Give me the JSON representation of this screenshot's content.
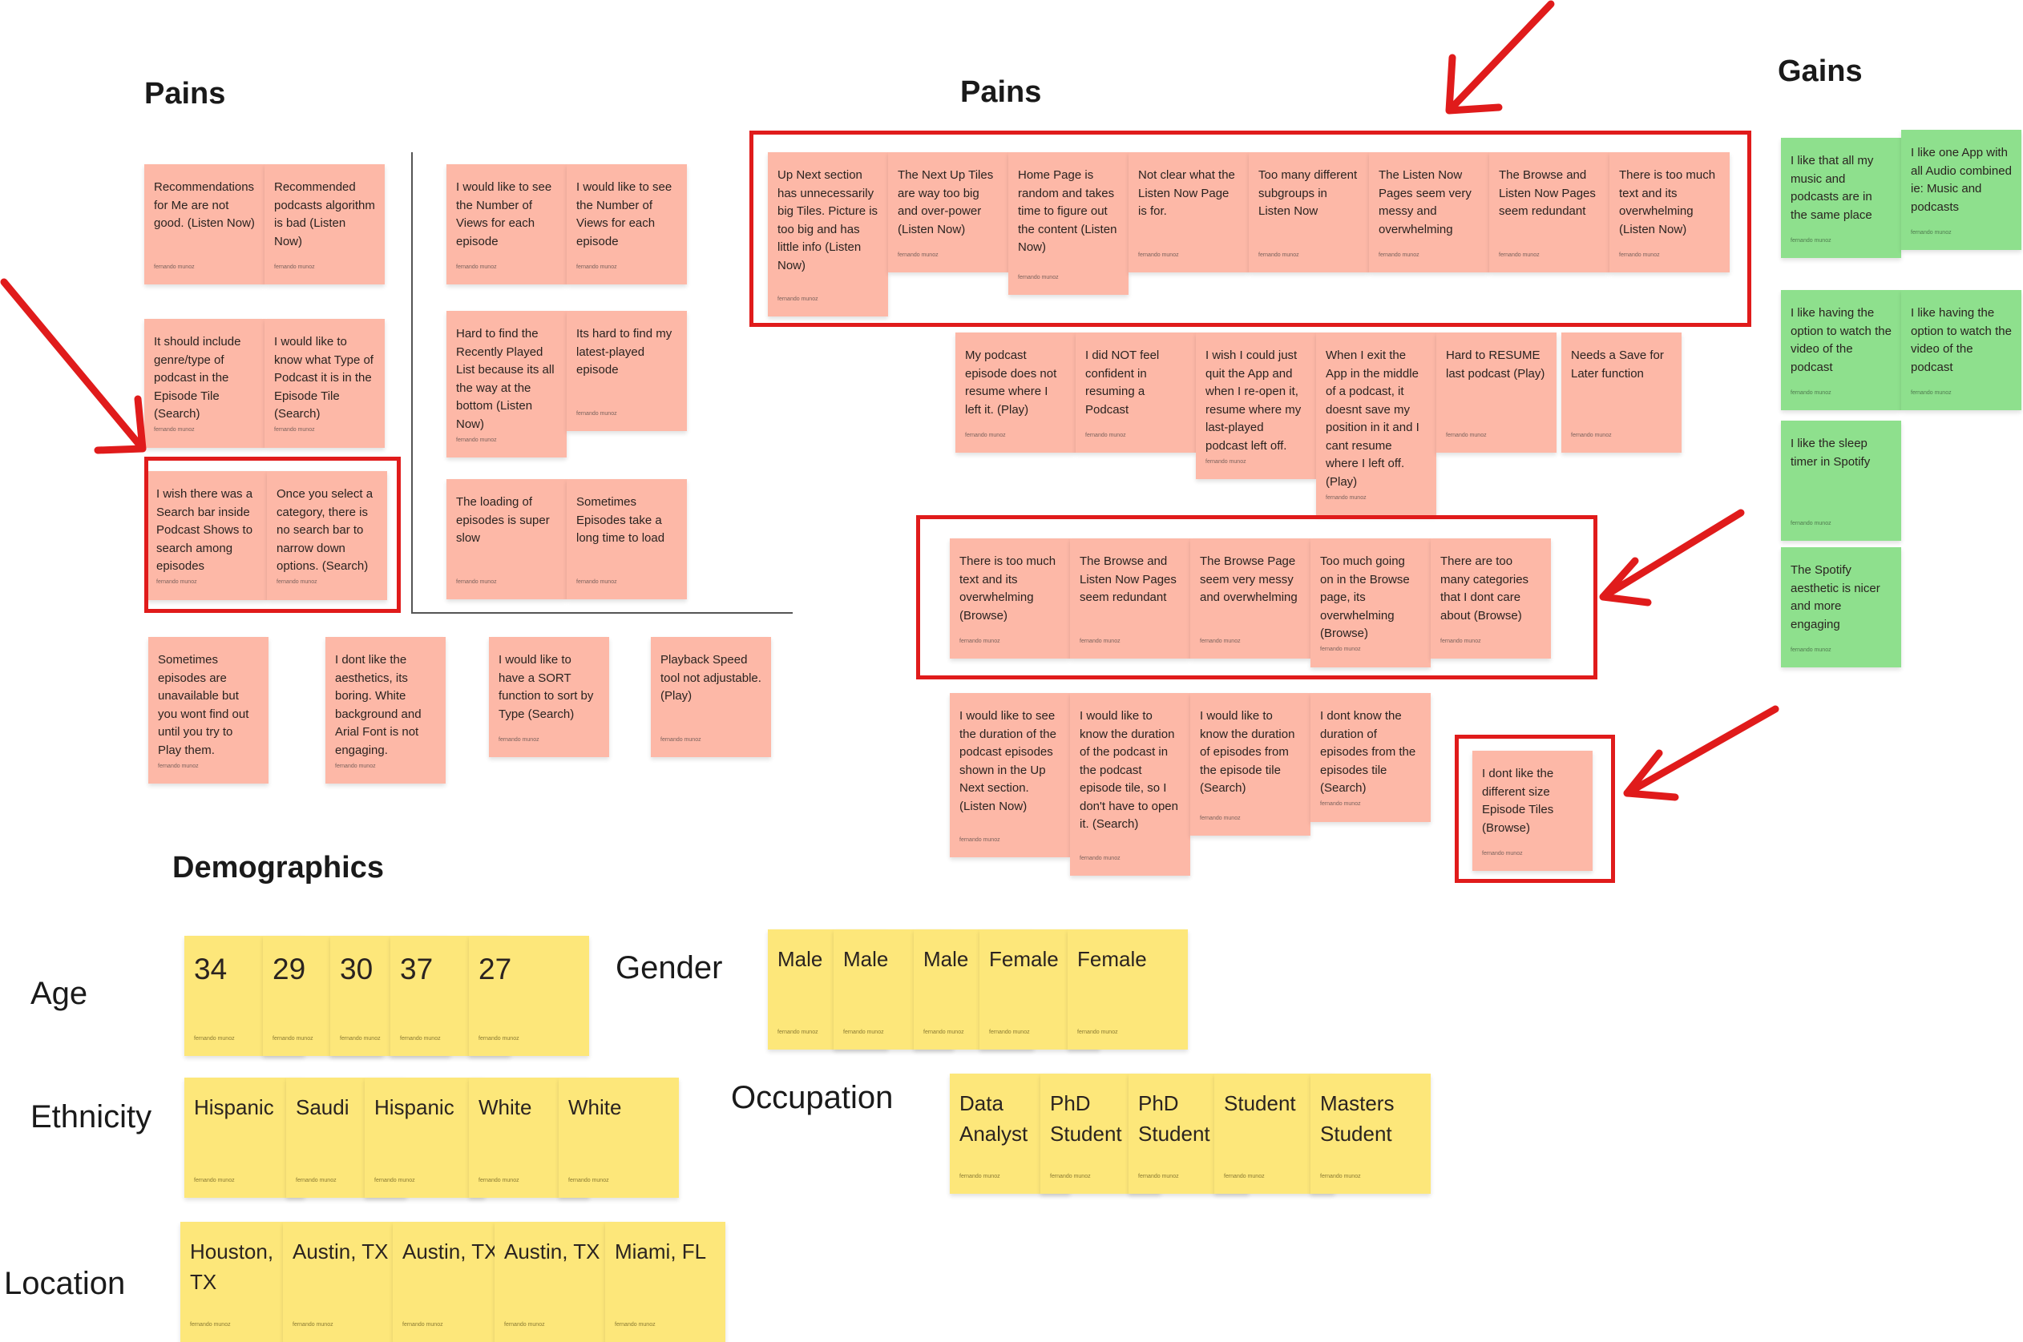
{
  "headings": {
    "pains_left": "Pains",
    "pains_center": "Pains",
    "gains": "Gains",
    "demographics": "Demographics"
  },
  "row_labels": {
    "age": "Age",
    "gender": "Gender",
    "ethnicity": "Ethnicity",
    "occupation": "Occupation",
    "location": "Location"
  },
  "author": "fernando munoz",
  "pains_left": [
    "Recommendations for Me are not good. (Listen Now)",
    "Recommended podcasts algorithm is bad (Listen Now)",
    "I would like to see the Number of Views for each episode",
    "I would like to see the Number of Views for each episode",
    "It should include genre/type of podcast in the Episode Tile (Search)",
    "I would like to know what Type of Podcast it is in the Episode Tile (Search)",
    "Hard to find the Recently Played List because its all the way at the bottom (Listen Now)",
    "Its hard to find my latest-played episode",
    "I wish there was a Search bar inside Podcast Shows to search among episodes",
    "Once you select a category, there is no search bar to narrow down options. (Search)",
    "The loading of episodes is super slow",
    "Sometimes Episodes take a long time to load",
    "Sometimes episodes are unavailable but you wont find out until you try to Play them.",
    "I dont like the aesthetics, its boring. White background and Arial Font is not engaging.",
    "I would like to have a SORT function to sort by Type (Search)",
    "Playback Speed tool not adjustable. (Play)"
  ],
  "pains_center": [
    "Up Next section has unnecessarily big Tiles. Picture is too big and has little info (Listen Now)",
    "The Next Up Tiles are way too big and over-power (Listen Now)",
    "Home Page is random and takes time to figure out the content (Listen Now)",
    "Not clear what the Listen Now Page is for.",
    "Too many different subgroups in Listen Now",
    "The Listen Now Pages seem very messy and overwhelming",
    "The Browse and Listen Now Pages seem redundant",
    "There is too much text and its overwhelming (Listen Now)",
    "My podcast episode does not resume where I left it. (Play)",
    "I did NOT feel confident in resuming a Podcast",
    "I wish I could just quit the App and when I re-open it, resume where my last-played podcast left off.",
    "When I exit the App in the middle of a podcast, it doesnt save my position in it and I cant resume where I left off. (Play)",
    "Hard to RESUME last podcast (Play)",
    "Needs a Save for Later function",
    "There is too much text and its overwhelming (Browse)",
    "The Browse and Listen Now Pages seem redundant",
    "The Browse Page seem very messy and overwhelming",
    "Too much going on in the Browse page, its overwhelming (Browse)",
    "There are too many categories that I dont care about (Browse)",
    "I would like to see the duration of the podcast episodes shown in the Up Next section. (Listen Now)",
    "I would like to know the duration of the podcast in the podcast episode tile, so I don't have to open it. (Search)",
    "I would like to know the duration of episodes from the episode tile (Search)",
    "I dont know the duration of episodes from the episodes tile (Search)",
    "I dont like the different size Episode Tiles (Browse)"
  ],
  "gains": [
    "I like that all my music and podcasts are in the same place",
    "I like one App with all Audio combined ie: Music and podcasts",
    "I like having the option to watch the video of the podcast",
    "I like having the option to watch the video of the podcast",
    "I like the sleep timer in Spotify",
    "The Spotify aesthetic is nicer and more engaging"
  ],
  "demographics": {
    "age": [
      "34",
      "29",
      "30",
      "37",
      "27"
    ],
    "gender": [
      "Male",
      "Male",
      "Male",
      "Female",
      "Female"
    ],
    "ethnicity": [
      "Hispanic",
      "Saudi",
      "Hispanic",
      "White",
      "White"
    ],
    "occupation": [
      "Data Analyst",
      "PhD Student",
      "PhD Student",
      "Student",
      "Masters Student"
    ],
    "location": [
      "Houston, TX",
      "Austin, TX",
      "Austin, TX",
      "Austin, TX",
      "Miami, FL"
    ]
  },
  "colors": {
    "pain_note": "#fdb8a7",
    "gain_note": "#8ee08d",
    "demo_note": "#fde77a",
    "highlight": "#e01b1b"
  }
}
